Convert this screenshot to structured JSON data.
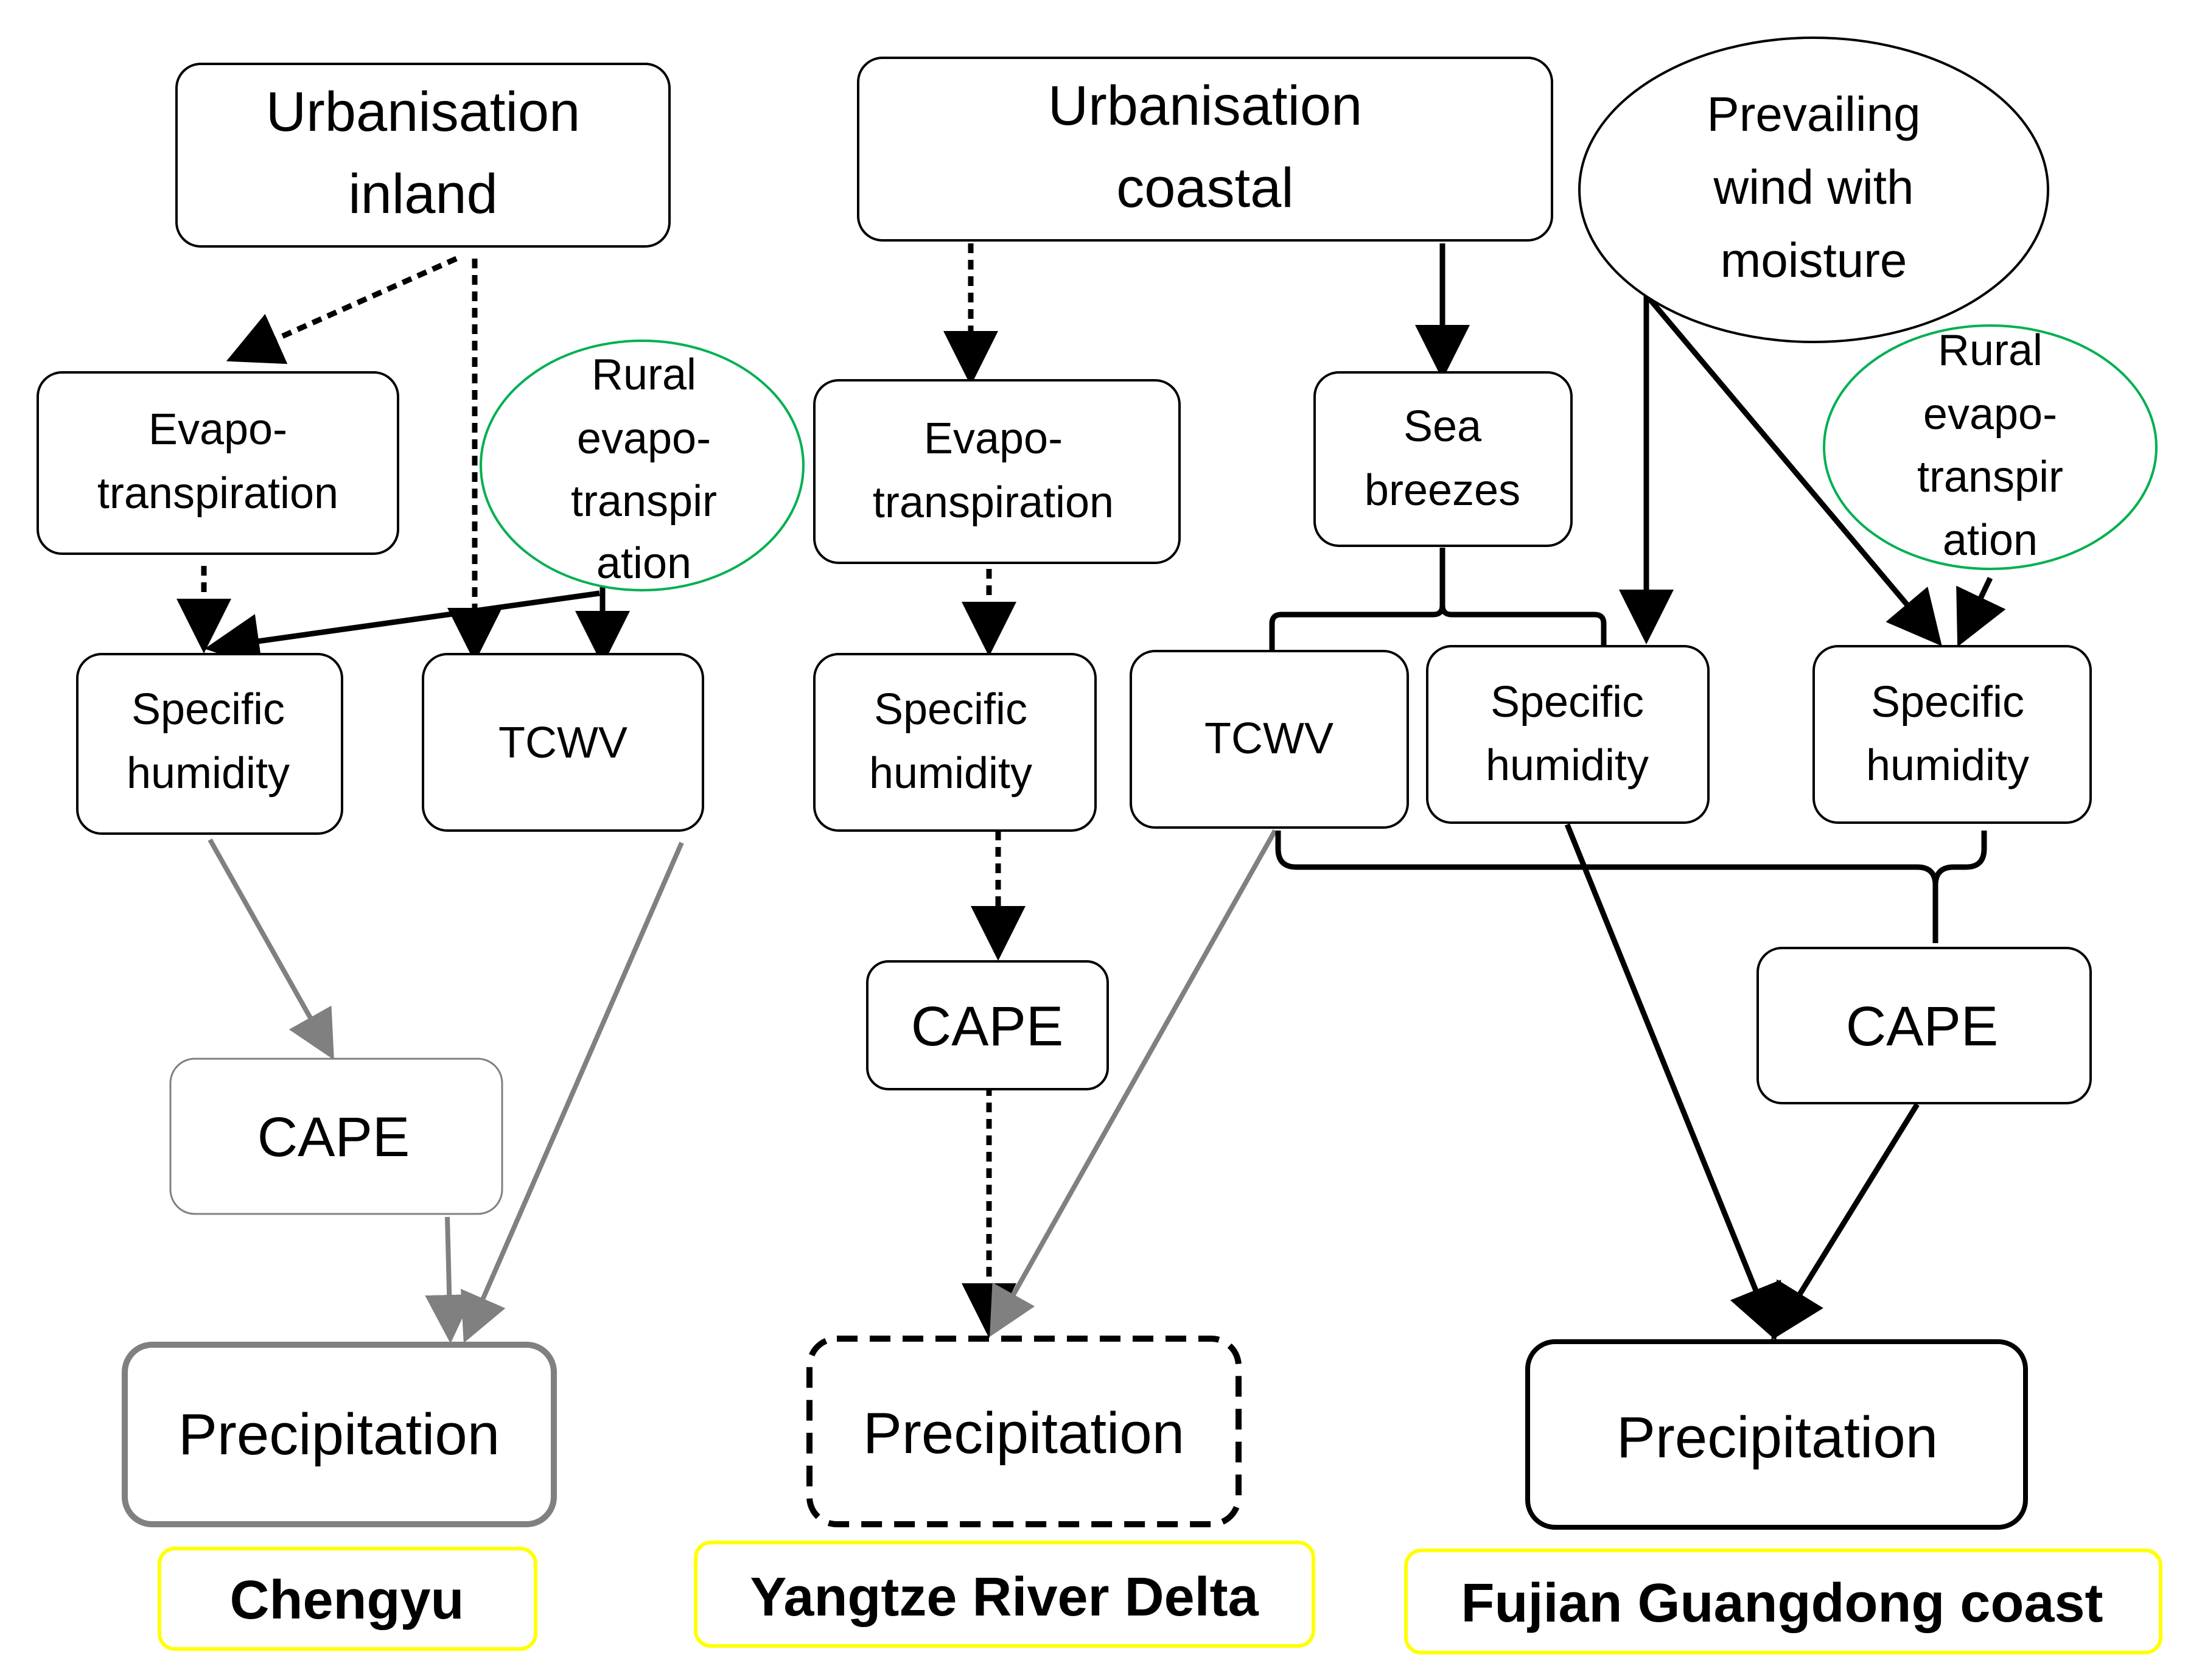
{
  "chengyu": {
    "urbanisation": [
      "Urbanisation",
      "inland"
    ],
    "evapotranspiration": [
      "Evapo-",
      "transpiration"
    ],
    "rural_evapotranspiration": [
      "Rural",
      "evapo-",
      "transpir",
      "ation"
    ],
    "specific_humidity": [
      "Specific",
      "humidity"
    ],
    "tcwv": "TCWV",
    "cape": "CAPE",
    "precipitation": "Precipitation",
    "region_label": "Chengyu"
  },
  "yangtze": {
    "urbanisation": [
      "Urbanisation",
      "coastal"
    ],
    "evapotranspiration": [
      "Evapo-",
      "transpiration"
    ],
    "specific_humidity": [
      "Specific",
      "humidity"
    ],
    "cape": "CAPE",
    "precipitation": "Precipitation",
    "region_label": "Yangtze River Delta"
  },
  "fujian": {
    "sea_breezes": [
      "Sea",
      "breezes"
    ],
    "tcwv": "TCWV",
    "specific_humidity_left": [
      "Specific",
      "humidity"
    ],
    "prevailing_wind": [
      "Prevailing",
      "wind with",
      "moisture"
    ],
    "rural_evapotranspiration": [
      "Rural",
      "evapo-",
      "transpir",
      "ation"
    ],
    "specific_humidity_right": [
      "Specific",
      "humidity"
    ],
    "cape": "CAPE",
    "precipitation": "Precipitation",
    "region_label": "Fujian Guangdong coast"
  },
  "colors": {
    "strong_link": "#000000",
    "weak_link": "#808080",
    "rural_outline": "#00b050",
    "region_label_border": "#ffff00"
  }
}
